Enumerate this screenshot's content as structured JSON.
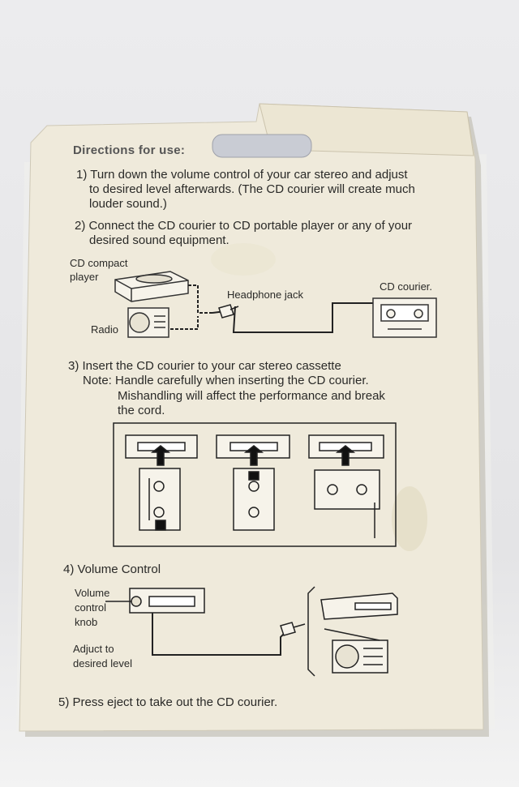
{
  "heading": "Directions for use:",
  "step1": {
    "line1": "1) Turn down the volume control of your car stereo and adjust",
    "line2": "to desired level afterwards. (The CD courier will create much",
    "line3": "louder sound.)"
  },
  "step2": {
    "line1": "2) Connect the CD courier to CD portable player or any of your",
    "line2": "desired sound equipment."
  },
  "diagram1": {
    "cd_player_line1": "CD compact",
    "cd_player_line2": "player",
    "headphone_jack": "Headphone jack",
    "cd_courier": "CD courier.",
    "radio": "Radio"
  },
  "step3": {
    "line1": "3) Insert the CD courier to your car stereo cassette",
    "note1": "Note: Handle carefully when inserting the CD courier.",
    "note2": "Mishandling will affect the performance and break",
    "note3": "the cord."
  },
  "step4": {
    "title": "4) Volume Control",
    "knob_line1": "Volume",
    "knob_line2": "control",
    "knob_line3": "knob",
    "adjust_line1": "Adjuct to",
    "adjust_line2": "desired level"
  },
  "step5": "5) Press eject to take out the CD courier."
}
